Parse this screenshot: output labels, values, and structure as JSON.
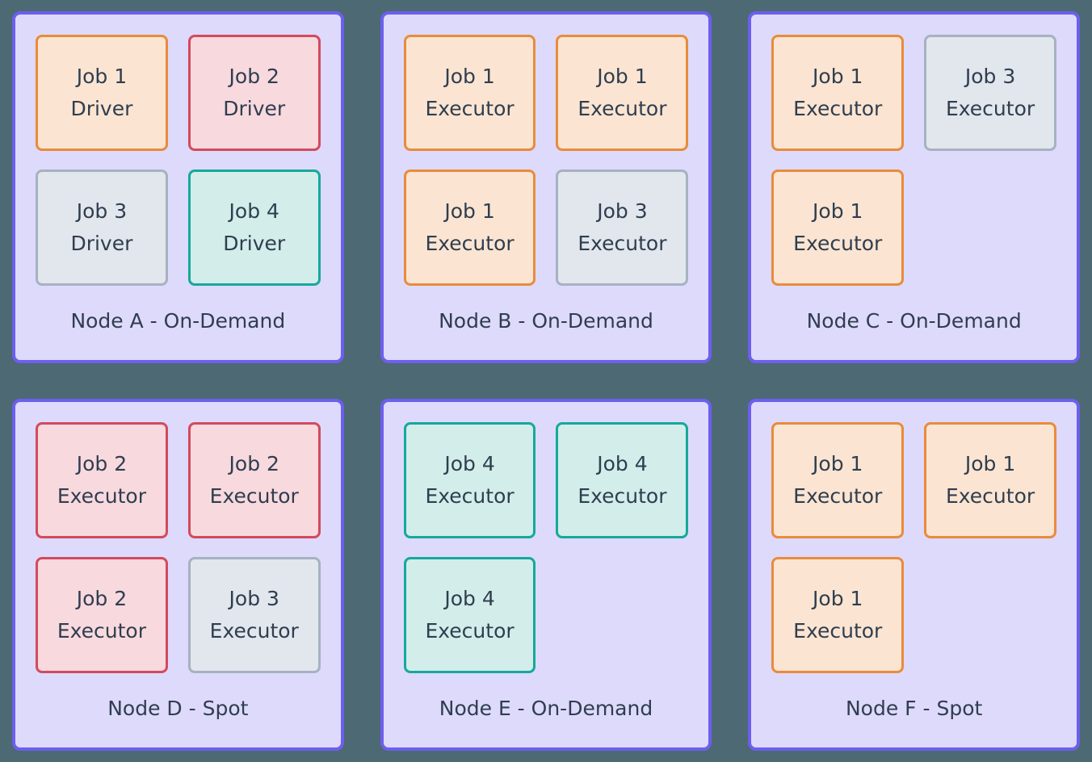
{
  "colors": {
    "page_bg": "#4d6973",
    "node_bg": "#dedafb",
    "node_border": "#6c5fee",
    "text": "#2f3e4f",
    "job_types": {
      "job1": {
        "bg": "#fbe5d2",
        "border": "#e98b3d"
      },
      "job2": {
        "bg": "#f8d9de",
        "border": "#d24a5f"
      },
      "job3": {
        "bg": "#e2e6ed",
        "border": "#a6b2c0"
      },
      "job4": {
        "bg": "#d2edea",
        "border": "#15a99b"
      }
    }
  },
  "diagram": {
    "nodes": [
      {
        "label": "Node A - On-Demand",
        "jobs": [
          {
            "line1": "Job 1",
            "line2": "Driver",
            "type": "job1"
          },
          {
            "line1": "Job 2",
            "line2": "Driver",
            "type": "job2"
          },
          {
            "line1": "Job 3",
            "line2": "Driver",
            "type": "job3"
          },
          {
            "line1": "Job 4",
            "line2": "Driver",
            "type": "job4"
          }
        ]
      },
      {
        "label": "Node B - On-Demand",
        "jobs": [
          {
            "line1": "Job 1",
            "line2": "Executor",
            "type": "job1"
          },
          {
            "line1": "Job 1",
            "line2": "Executor",
            "type": "job1"
          },
          {
            "line1": "Job 1",
            "line2": "Executor",
            "type": "job1"
          },
          {
            "line1": "Job 3",
            "line2": "Executor",
            "type": "job3"
          }
        ]
      },
      {
        "label": "Node C - On-Demand",
        "jobs": [
          {
            "line1": "Job 1",
            "line2": "Executor",
            "type": "job1"
          },
          {
            "line1": "Job 3",
            "line2": "Executor",
            "type": "job3"
          },
          {
            "line1": "Job 1",
            "line2": "Executor",
            "type": "job1"
          }
        ]
      },
      {
        "label": "Node D - Spot",
        "jobs": [
          {
            "line1": "Job 2",
            "line2": "Executor",
            "type": "job2"
          },
          {
            "line1": "Job 2",
            "line2": "Executor",
            "type": "job2"
          },
          {
            "line1": "Job 2",
            "line2": "Executor",
            "type": "job2"
          },
          {
            "line1": "Job 3",
            "line2": "Executor",
            "type": "job3"
          }
        ]
      },
      {
        "label": "Node E - On-Demand",
        "jobs": [
          {
            "line1": "Job 4",
            "line2": "Executor",
            "type": "job4"
          },
          {
            "line1": "Job 4",
            "line2": "Executor",
            "type": "job4"
          },
          {
            "line1": "Job 4",
            "line2": "Executor",
            "type": "job4"
          }
        ]
      },
      {
        "label": "Node F - Spot",
        "jobs": [
          {
            "line1": "Job 1",
            "line2": "Executor",
            "type": "job1"
          },
          {
            "line1": "Job 1",
            "line2": "Executor",
            "type": "job1"
          },
          {
            "line1": "Job 1",
            "line2": "Executor",
            "type": "job1"
          }
        ]
      }
    ]
  }
}
